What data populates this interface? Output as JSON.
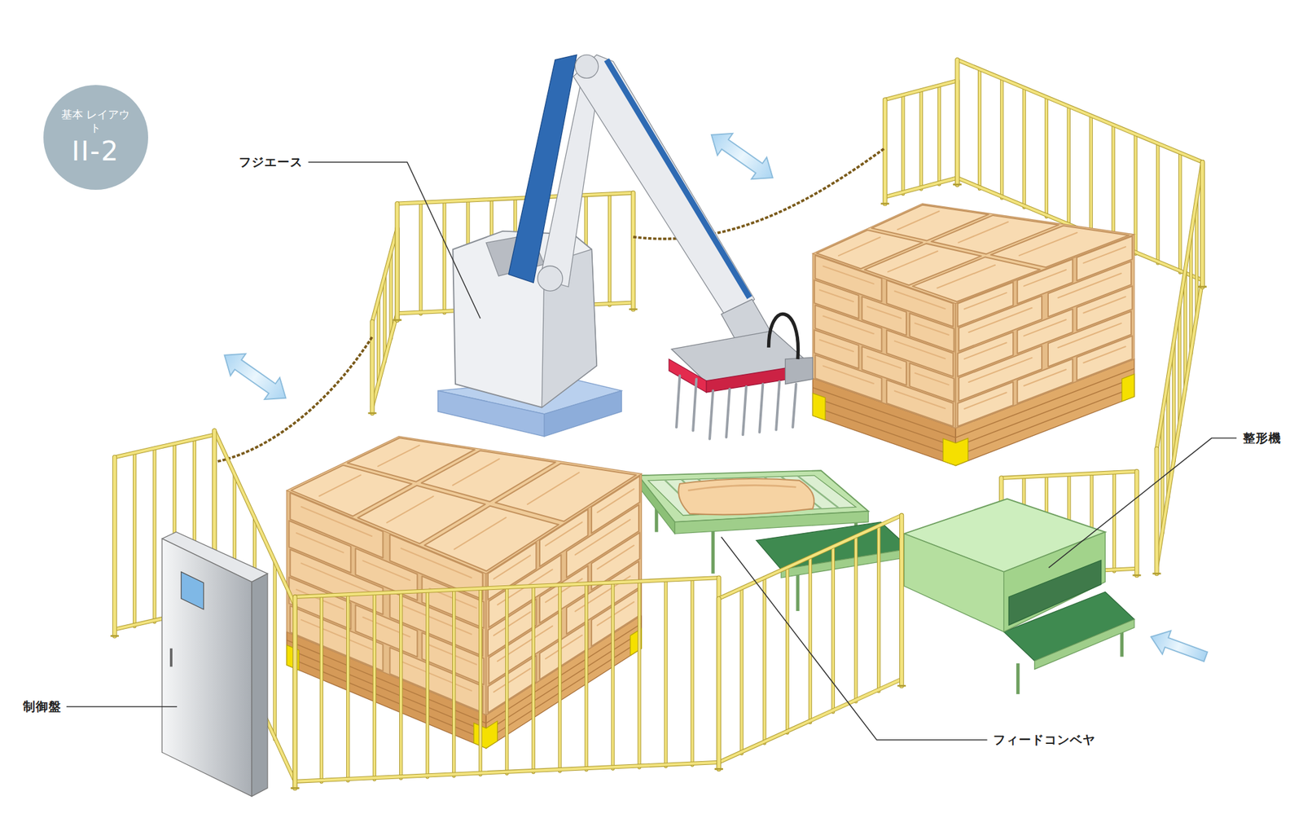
{
  "diagram": {
    "nodes": [
      {
        "text": [
          "基本 レイアウト",
          "II-2"
        ]
      }
    ],
    "labels": [
      "フジエース",
      "整形機",
      "フィードコンベヤ",
      "制御盤"
    ]
  }
}
